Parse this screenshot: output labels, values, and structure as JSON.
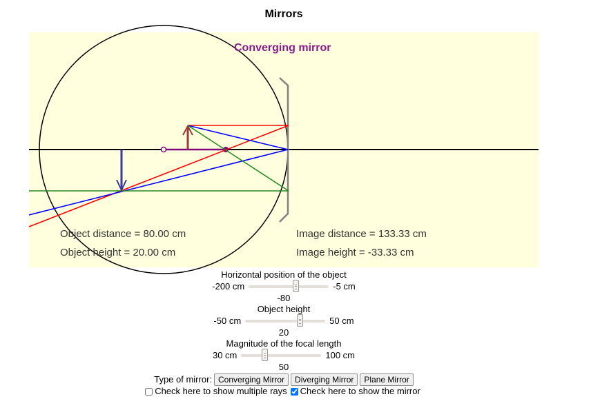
{
  "page": {
    "title": "Mirrors"
  },
  "canvas": {
    "background": "#ffffde",
    "mode_label": "Converging mirror",
    "mode_label_color": "#8b1a8b",
    "object_distance_text": "Object distance = 80.00 cm",
    "object_height_text": "Object height = 20.00 cm",
    "image_distance_text": "Image distance = 133.33 cm",
    "image_height_text": "Image height = -33.33 cm",
    "colors": {
      "axis": "#000000",
      "object_arrow": "#9b3a3a",
      "image_arrow": "#3a3a9b",
      "ray_red": "#ff0000",
      "ray_blue": "#0000ff",
      "ray_green": "#228b22",
      "focal_segment": "#800080",
      "mirror": "#808080",
      "circle": "#000000"
    }
  },
  "controls": {
    "horizontal": {
      "label": "Horizontal position of the object",
      "min_label": "-200 cm",
      "max_label": "-5 cm",
      "value": "-80",
      "min": -200,
      "max": -5,
      "current": -80
    },
    "height": {
      "label": "Object height",
      "min_label": "-50 cm",
      "max_label": "50 cm",
      "value": "20",
      "min": -50,
      "max": 50,
      "current": 20
    },
    "focal": {
      "label": "Magnitude of the focal length",
      "min_label": "30 cm",
      "max_label": "100 cm",
      "value": "50",
      "min": 30,
      "max": 100,
      "current": 50
    },
    "type_label": "Type of mirror:",
    "buttons": {
      "converging": "Converging Mirror",
      "diverging": "Diverging Mirror",
      "plane": "Plane Mirror"
    },
    "checkbox_rays": {
      "label": "Check here to show multiple rays",
      "checked": false
    },
    "checkbox_mirror": {
      "label": "Check here to show the mirror",
      "checked": true
    }
  }
}
